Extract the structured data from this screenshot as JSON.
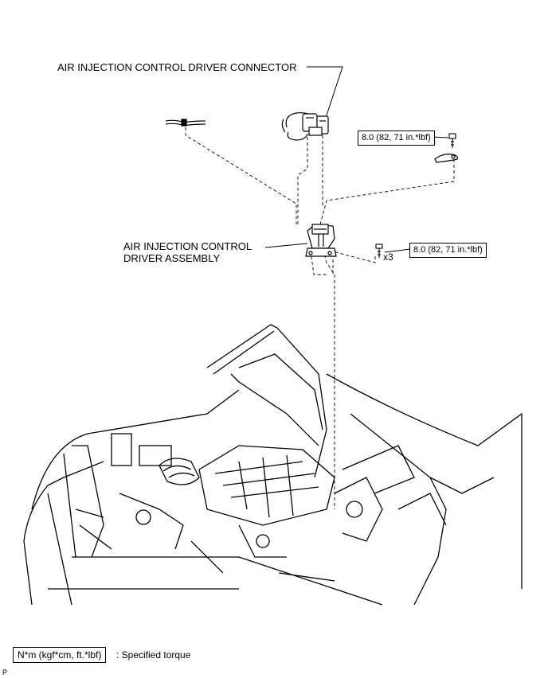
{
  "labels": {
    "connector": "AIR INJECTION CONTROL DRIVER CONNECTOR",
    "assembly_line1": "AIR INJECTION CONTROL",
    "assembly_line2": "DRIVER ASSEMBLY"
  },
  "torque": {
    "upper_bolt": "8.0 (82, 71 in.*lbf)",
    "lower_bolts": "8.0 (82, 71 in.*lbf)",
    "lower_qty": "x3"
  },
  "legend": {
    "unit_box": "N*m (kgf*cm, ft.*lbf)",
    "meaning": ": Specified torque"
  },
  "footer_mark": "P"
}
